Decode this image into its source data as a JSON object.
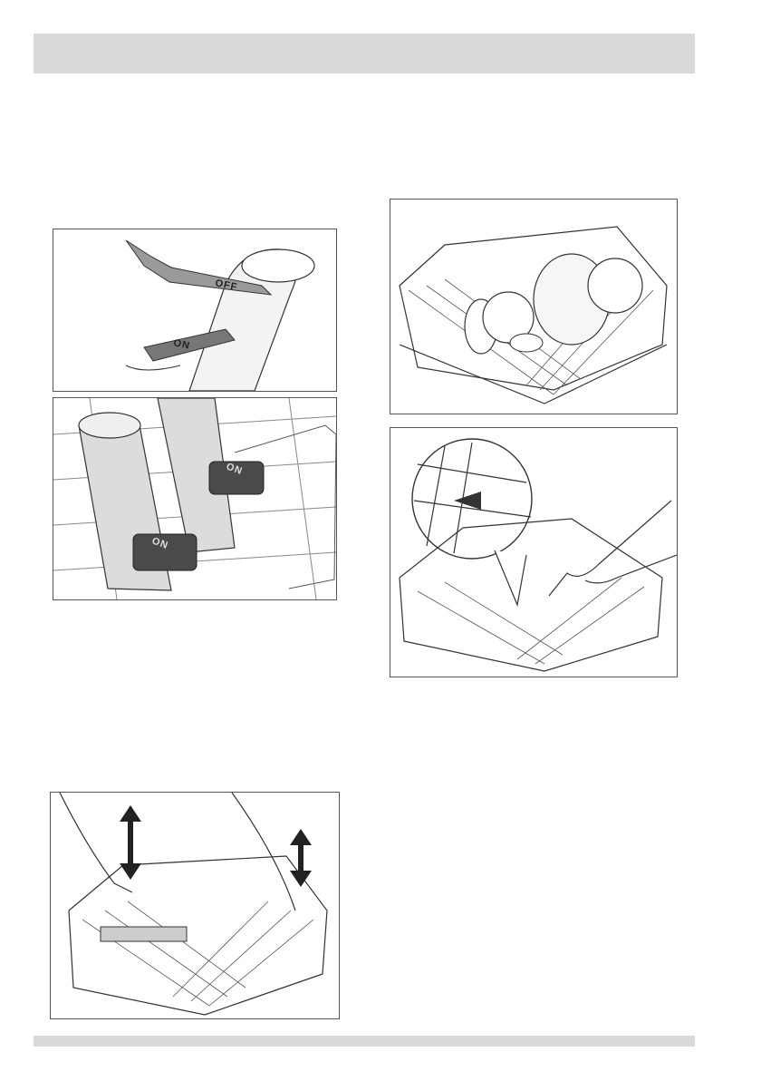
{
  "page": {
    "header_text": "",
    "footer_text": ""
  },
  "figures": {
    "fig1": {
      "labels": {
        "off": "OFF",
        "on": "ON"
      }
    },
    "fig2": {
      "labels": {
        "on_a": "ON",
        "on_b": "ON"
      }
    }
  },
  "colors": {
    "band": "#d9d9d9",
    "frame": "#555555",
    "line": "#333333",
    "dark_part": "#4a4a4a"
  }
}
